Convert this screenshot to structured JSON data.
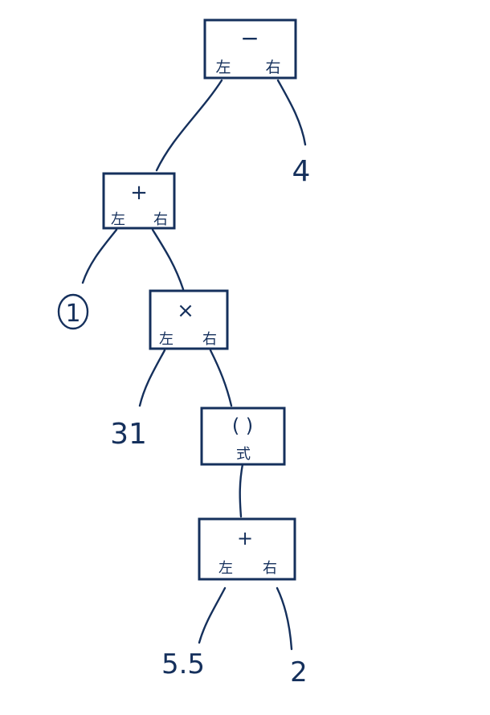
{
  "nodes": [
    {
      "id": "root-minus",
      "op": "−",
      "left_label": "左",
      "right_label": "右"
    },
    {
      "id": "plus-1",
      "op": "+",
      "left_label": "左",
      "right_label": "右"
    },
    {
      "id": "times",
      "op": "×",
      "left_label": "左",
      "right_label": "右"
    },
    {
      "id": "paren",
      "op": "( )",
      "expr_label": "式"
    },
    {
      "id": "plus-2",
      "op": "+",
      "left_label": "左",
      "right_label": "右"
    }
  ],
  "leaves": {
    "four": "4",
    "one": "1",
    "thirty_one": "31",
    "five_five": "5.5",
    "two": "2"
  }
}
